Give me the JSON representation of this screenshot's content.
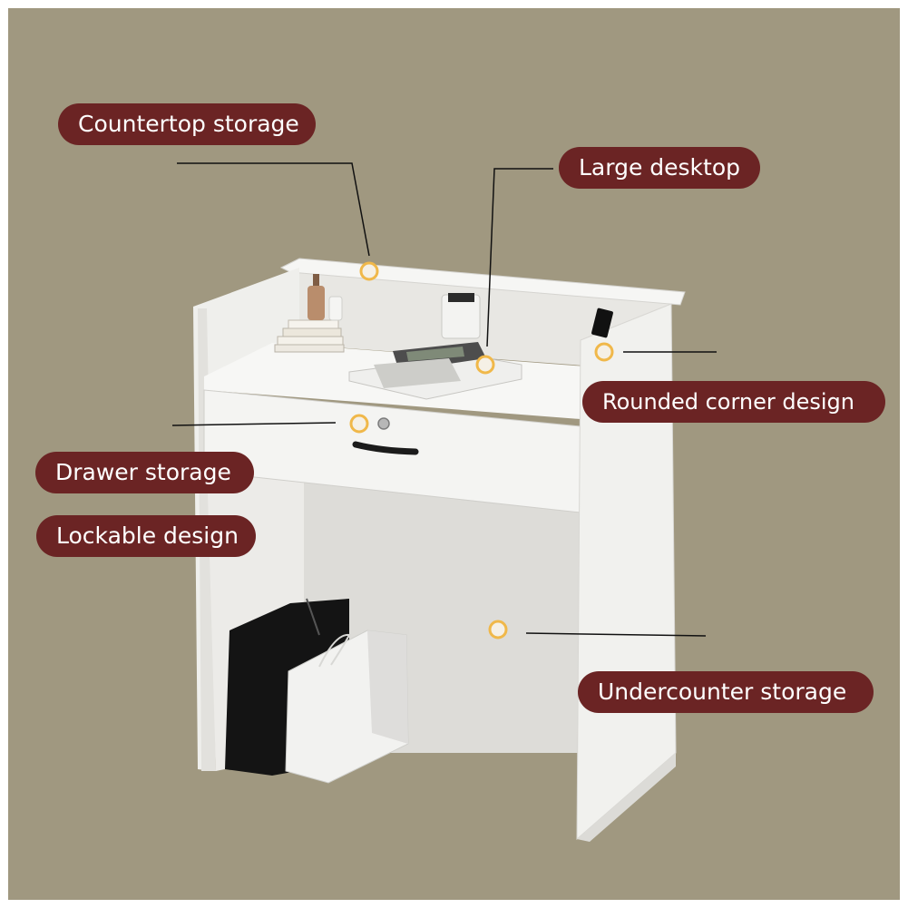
{
  "colors": {
    "background": "#a09880",
    "label_fill": "#6b2424",
    "label_text": "#ffffff",
    "desk_white": "#f3f3f1",
    "desk_shadow": "#d7d6d2",
    "inner_panel": "#e6e5e2",
    "hotspot_fill": "#f5f0e6",
    "hotspot_ring": "#f0b84a",
    "leader_line": "#111111"
  },
  "labels": {
    "countertop_storage": "Countertop storage",
    "large_desktop": "Large desktop",
    "rounded_corner_design": "Rounded corner design",
    "drawer_storage": "Drawer storage",
    "lockable_design": "Lockable design",
    "undercounter_storage": "Undercounter storage"
  },
  "product": {
    "name": "reception-counter-desk",
    "items_on_desk": [
      "cash-register",
      "receipt-printer",
      "bottles",
      "book-stack",
      "tablet"
    ],
    "items_under_desk": [
      "black-shopping-bag",
      "white-shopping-bag"
    ]
  }
}
